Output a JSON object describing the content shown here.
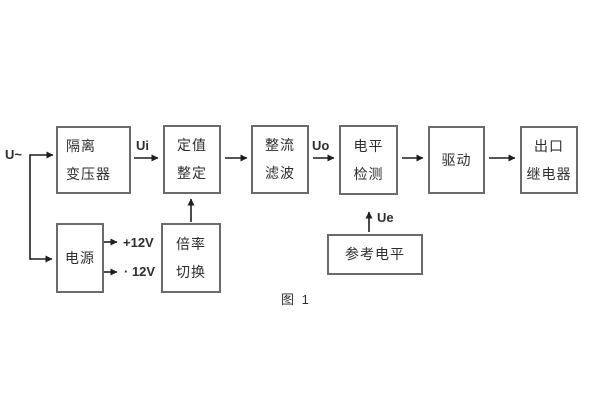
{
  "figure": {
    "caption": "图 1",
    "input_label": "U~",
    "signal_labels": {
      "ui": "Ui",
      "uo": "Uo",
      "ue": "Ue",
      "plus12": "+12V",
      "minus12": "· 12V"
    },
    "blocks": {
      "isolation_transformer": {
        "line1": "隔离",
        "line2": "变压器"
      },
      "value_setting": {
        "line1": "定值",
        "line2": "整定"
      },
      "rectify_filter": {
        "line1": "整流",
        "line2": "滤波"
      },
      "level_detect": {
        "line1": "电平",
        "line2": "检测"
      },
      "drive": {
        "line1": "驱动"
      },
      "outlet_relay": {
        "line1": "出口",
        "line2": "继电器"
      },
      "power_supply": {
        "line1": "电源"
      },
      "ratio_switch": {
        "line1": "倍率",
        "line2": "切换"
      },
      "reference_level": {
        "line1": "参考电平"
      }
    },
    "colors": {
      "background": "#ffffff",
      "box_border": "#6b6b6b",
      "text": "#2e2e2e",
      "line": "#1f1f1f"
    }
  }
}
